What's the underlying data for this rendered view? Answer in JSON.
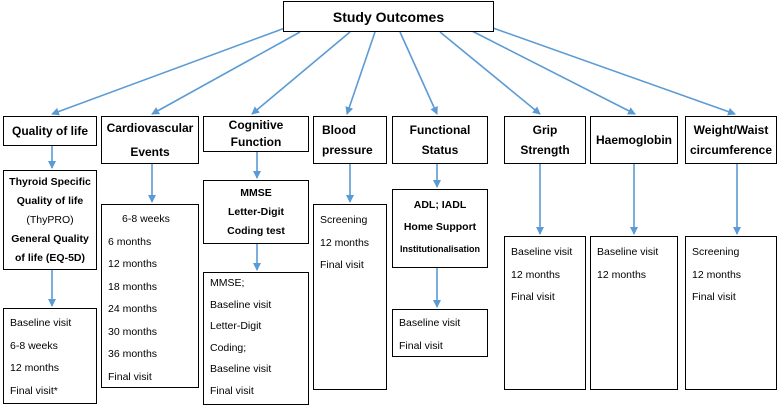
{
  "root": "Study Outcomes",
  "columns": [
    {
      "header": "Quality of life",
      "mid": [
        "Thyroid Specific",
        "Quality of life",
        "(ThyPRO)",
        "General Quality",
        "of life (EQ-5D)"
      ],
      "items": [
        "Baseline visit",
        "6-8 weeks",
        "12 months",
        "Final visit*"
      ]
    },
    {
      "header": "Cardiovascular\nEvents",
      "items": [
        "6-8 weeks",
        "6 months",
        "12 months",
        "18 months",
        "24 months",
        "30 months",
        "36 months",
        "Final visit"
      ]
    },
    {
      "header": "Cognitive\nFunction",
      "mid": [
        "MMSE",
        "Letter-Digit",
        "Coding test"
      ],
      "items": [
        "MMSE;",
        "Baseline visit",
        "Letter-Digit",
        "Coding;",
        "Baseline visit",
        "Final visit"
      ]
    },
    {
      "header": "Blood\npressure",
      "items": [
        "Screening",
        "12 months",
        "Final visit"
      ]
    },
    {
      "header": "Functional\nStatus",
      "mid": [
        "ADL; IADL",
        "Home Support",
        "Institutionalisation"
      ],
      "items": [
        "Baseline visit",
        "Final visit"
      ]
    },
    {
      "header": "Grip\nStrength",
      "items": [
        "Baseline visit",
        "12 months",
        "Final visit"
      ]
    },
    {
      "header": "Haemoglobin",
      "items": [
        "Baseline visit",
        "12 months"
      ]
    },
    {
      "header": "Weight/Waist\ncircumference",
      "items": [
        "Screening",
        "12 months",
        "Final visit"
      ]
    }
  ],
  "colors": {
    "arrow": "#5b9bd5",
    "border": "#000000"
  }
}
